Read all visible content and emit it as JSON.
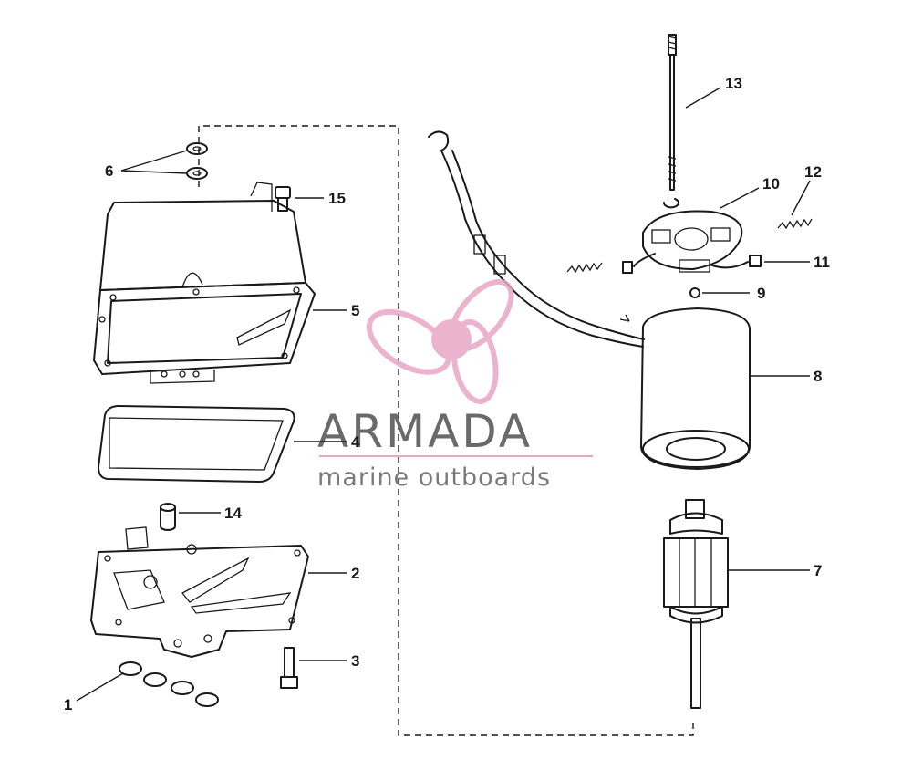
{
  "labels": {
    "l1": "1",
    "l2": "2",
    "l3": "3",
    "l4": "4",
    "l5": "5",
    "l6": "6",
    "l7": "7",
    "l8": "8",
    "l9": "9",
    "l10": "10",
    "l11": "11",
    "l12": "12",
    "l13": "13",
    "l14": "14",
    "l15": "15"
  },
  "watermark": {
    "brand": "ARMADA",
    "tagline": "marine outboards",
    "logo_color": "#e9a6c6"
  }
}
